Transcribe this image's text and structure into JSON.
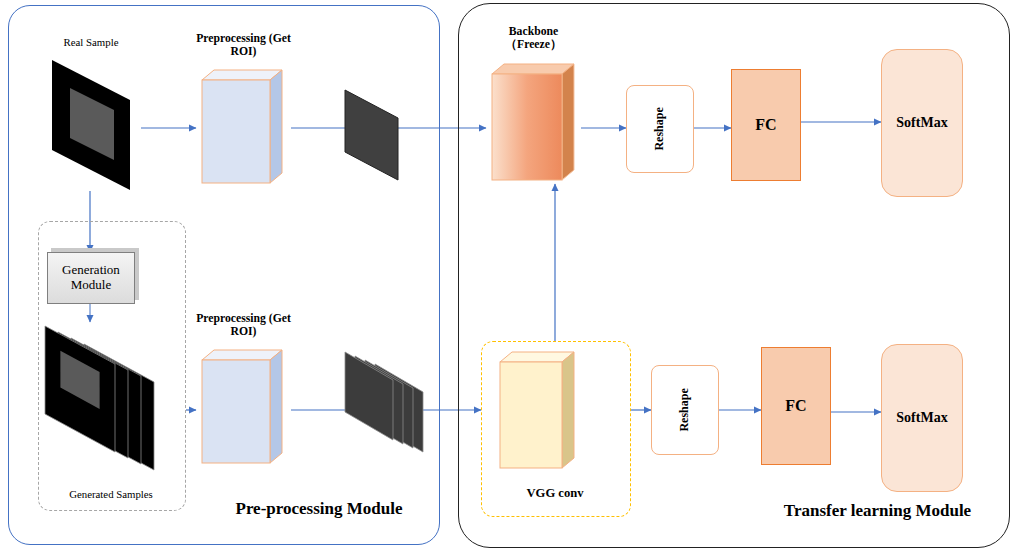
{
  "diagram": {
    "nodes": [
      {
        "text": [
          "Pre-processing Module"
        ]
      },
      {
        "text": [
          "Real Sample"
        ],
        "in": 0
      },
      {
        "text": [
          "Preprocessing (Get ROI)"
        ],
        "in": 0
      },
      {
        "text": [
          "Generated Samples"
        ],
        "in": 0
      },
      {
        "text": [
          "Generation Module"
        ],
        "in": 3
      },
      {
        "text": [
          "Preprocessing (Get ROI)"
        ],
        "in": 0
      },
      {
        "text": [
          "Transfer learning Module"
        ]
      },
      {
        "text": [
          "Backbone（Freeze）"
        ],
        "in": 6
      },
      {
        "text": [
          "Reshape"
        ],
        "in": 6
      },
      {
        "text": [
          "FC"
        ],
        "in": 6
      },
      {
        "text": [
          "SoftMax"
        ],
        "in": 6
      },
      {
        "text": [
          "VGG conv"
        ],
        "in": 6
      },
      {
        "text": [
          "Reshape"
        ],
        "in": 6
      },
      {
        "text": [
          "FC"
        ],
        "in": 6
      },
      {
        "text": [
          "SoftMax"
        ],
        "in": 6
      }
    ],
    "edges": [
      {
        "from": 1,
        "to": 2,
        "arrow": "to"
      },
      {
        "from": 1,
        "to": 4,
        "arrow": "to"
      },
      {
        "from": 3,
        "to": 5,
        "arrow": "to"
      },
      {
        "from": 2,
        "to": 7,
        "arrow": "to"
      },
      {
        "from": 5,
        "to": 11,
        "arrow": "to"
      },
      {
        "from": 11,
        "to": 7,
        "arrow": "to"
      },
      {
        "from": 7,
        "to": 8,
        "arrow": "to"
      },
      {
        "from": 8,
        "to": 9,
        "arrow": "to"
      },
      {
        "from": 9,
        "to": 10,
        "arrow": "to"
      },
      {
        "from": 11,
        "to": 12,
        "arrow": "to"
      },
      {
        "from": 12,
        "to": 13,
        "arrow": "to"
      },
      {
        "from": 13,
        "to": 14,
        "arrow": "to"
      }
    ]
  }
}
